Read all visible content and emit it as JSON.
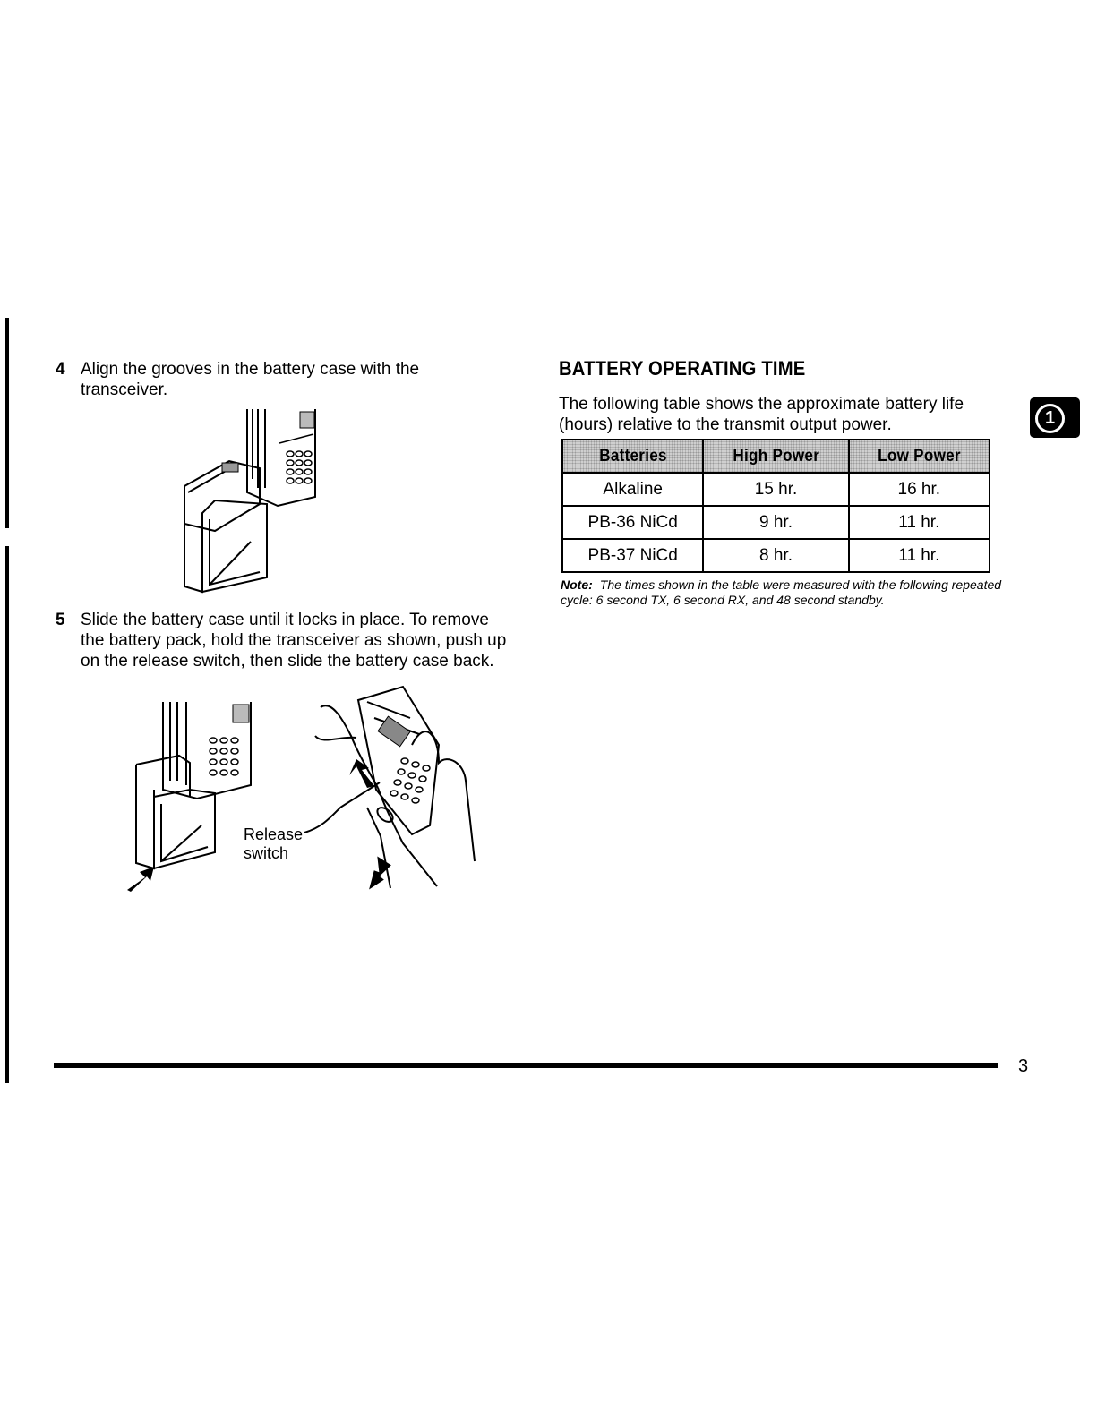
{
  "left_column": {
    "step4": {
      "number": "4",
      "text": "Align the grooves in the battery case with the transceiver."
    },
    "step5": {
      "number": "5",
      "text": "Slide the battery case until it locks in place.  To remove the battery pack, hold the transceiver as shown, push up on the release switch, then slide the battery case back."
    },
    "callout_release": "Release",
    "callout_switch": "switch"
  },
  "right_column": {
    "heading": "BATTERY OPERATING TIME",
    "intro": "The following table shows the approximate battery life (hours) relative to the transmit output power.",
    "table": {
      "headers": [
        "Batteries",
        "High Power",
        "Low Power"
      ],
      "rows": [
        [
          "Alkaline",
          "15 hr.",
          "16 hr."
        ],
        [
          "PB-36 NiCd",
          "9 hr.",
          "11 hr."
        ],
        [
          "PB-37 NiCd",
          "8 hr.",
          "11 hr."
        ]
      ]
    },
    "note_label": "Note:",
    "note_text": "The times shown in the table were measured with the following repeated cycle: 6 second TX, 6 second RX, and 48 second standby."
  },
  "chapter_tab": "1",
  "page_number": "3"
}
